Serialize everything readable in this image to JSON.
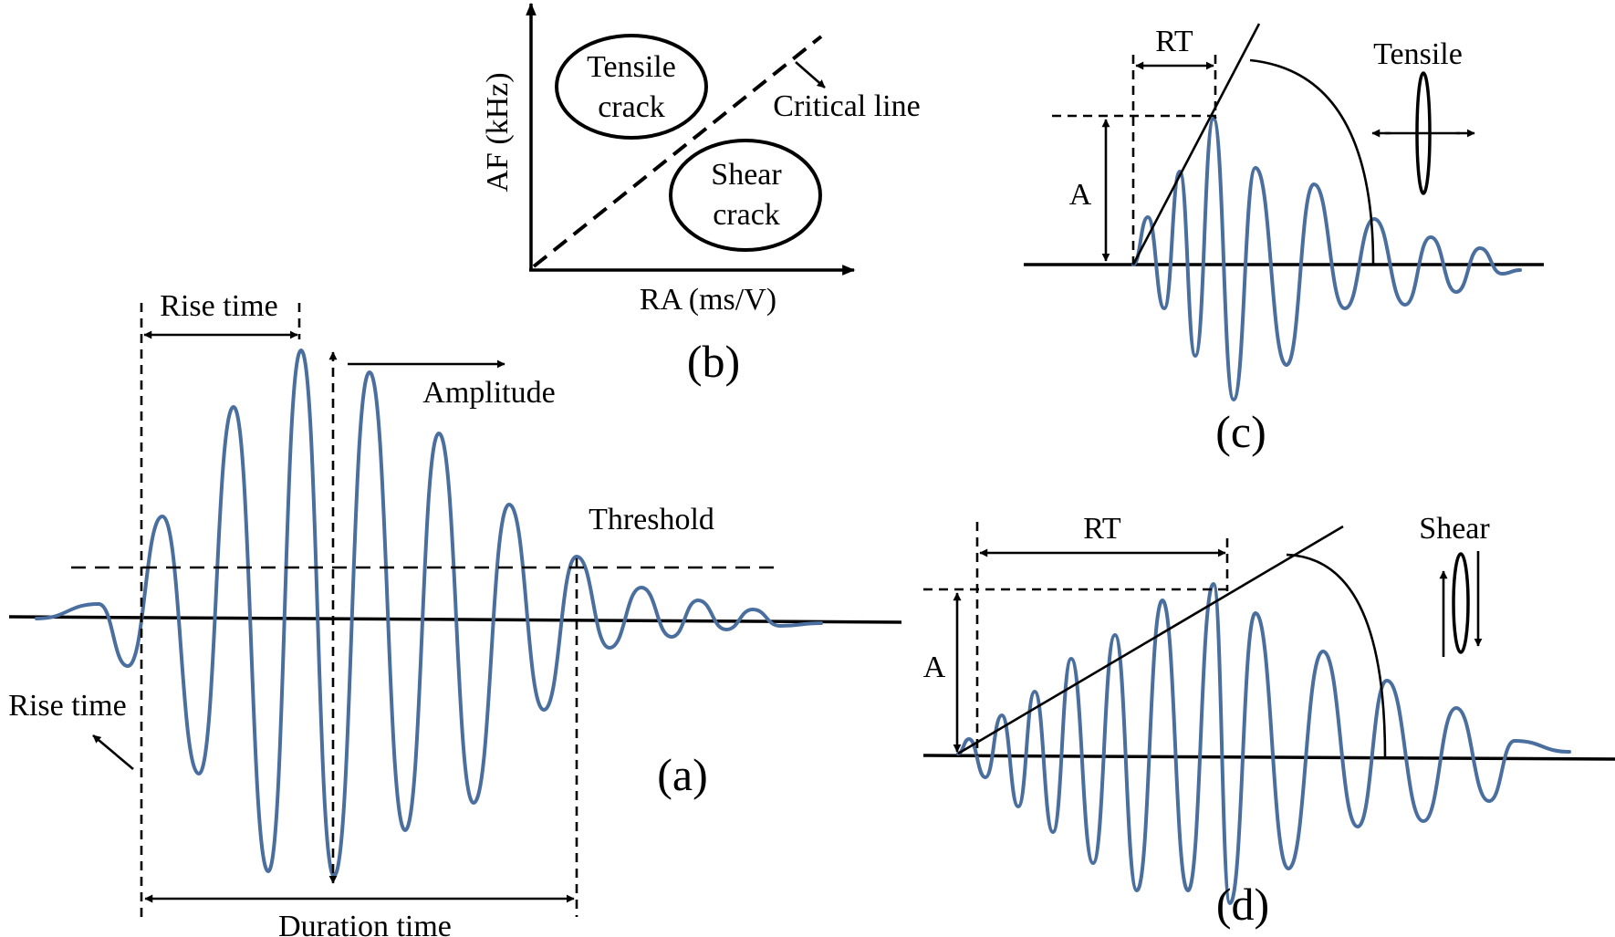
{
  "colors": {
    "wave": "#4a6f9f",
    "ink": "#000000"
  },
  "panel_a": {
    "tag": "(a)",
    "rise_time_top": "Rise time",
    "rise_time_left": "Rise time",
    "amplitude": "Amplitude",
    "threshold": "Threshold",
    "duration_time": "Duration time"
  },
  "panel_b": {
    "tag": "(b)",
    "x_label": "RA (ms/V)",
    "y_label": "AF (kHz)",
    "tensile_1": "Tensile",
    "tensile_2": "crack",
    "shear_1": "Shear",
    "shear_2": "crack",
    "critical_line": "Critical  line"
  },
  "panel_c": {
    "tag": "(c)",
    "rt": "RT",
    "a": "A",
    "mode": "Tensile"
  },
  "panel_d": {
    "tag": "(d)",
    "rt": "RT",
    "a": "A",
    "mode": "Shear"
  }
}
